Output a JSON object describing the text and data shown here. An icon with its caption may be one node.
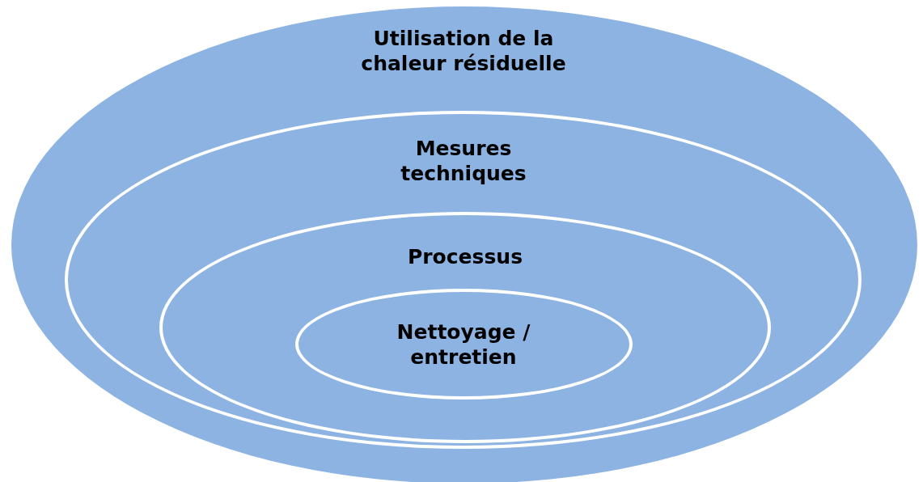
{
  "diagram": {
    "nodes": [
      {
        "text": [
          "Utilisation de la chaleur résiduelle"
        ]
      },
      {
        "text": [
          "Mesures techniques"
        ],
        "in": 0
      },
      {
        "text": [
          "Processus"
        ],
        "in": 1
      },
      {
        "text": [
          "Nettoyage / entretien"
        ],
        "in": 2
      }
    ]
  }
}
